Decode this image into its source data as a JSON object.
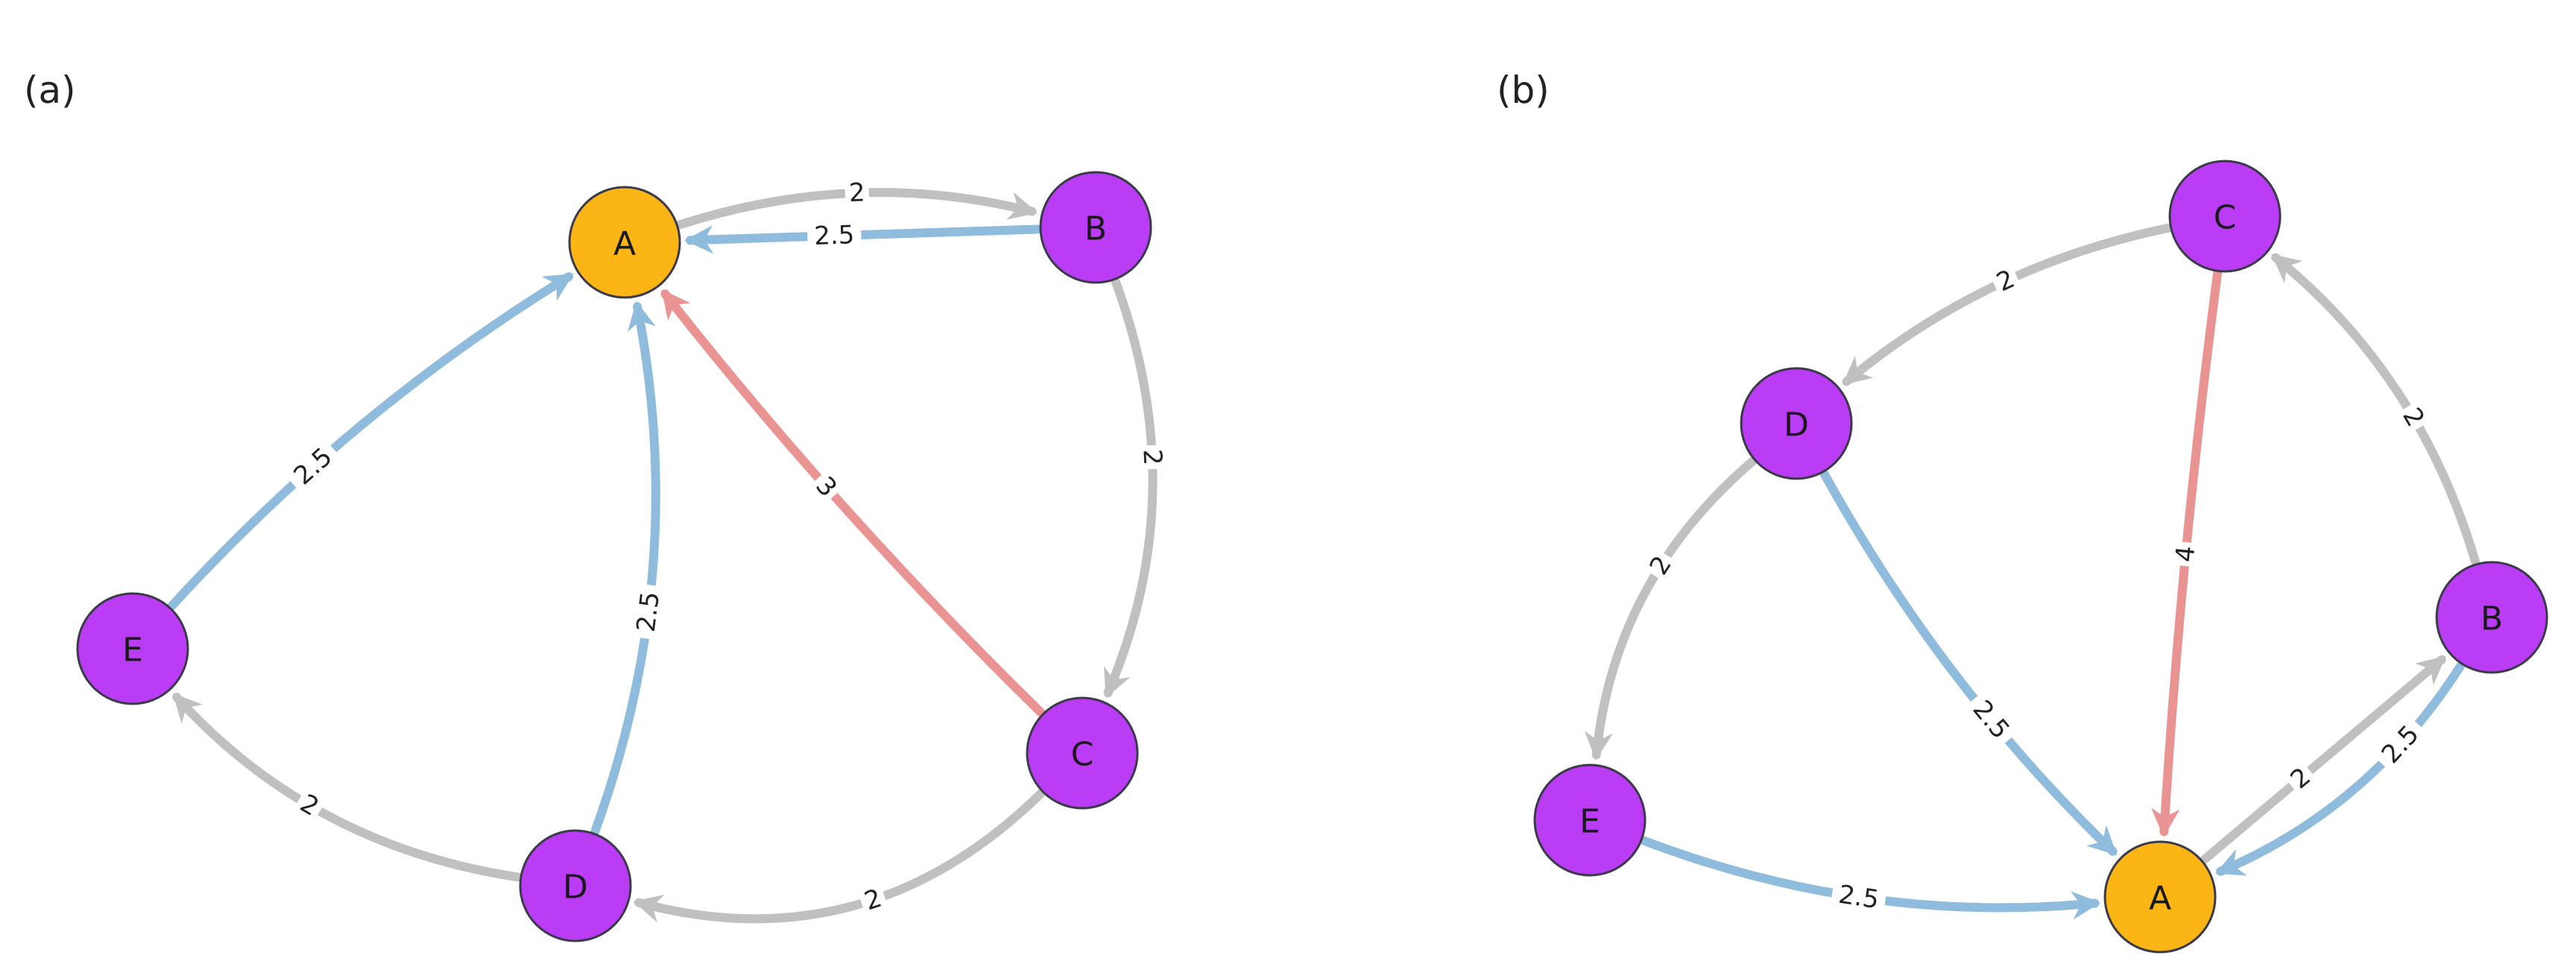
{
  "colors": {
    "gray": "#c0c0c0",
    "blue": "#8fbcdc",
    "red": "#e99393",
    "purple": "#bb3cf5",
    "orange": "#fbb515"
  },
  "panels": [
    {
      "label": "(a)",
      "nodes": [
        {
          "id": "A",
          "label": "A",
          "color": "orange"
        },
        {
          "id": "B",
          "label": "B",
          "color": "purple"
        },
        {
          "id": "C",
          "label": "C",
          "color": "purple"
        },
        {
          "id": "D",
          "label": "D",
          "color": "purple"
        },
        {
          "id": "E",
          "label": "E",
          "color": "purple"
        }
      ],
      "edges": [
        {
          "from": "A",
          "to": "B",
          "weight": "2",
          "color": "gray"
        },
        {
          "from": "B",
          "to": "A",
          "weight": "2.5",
          "color": "blue"
        },
        {
          "from": "B",
          "to": "C",
          "weight": "2",
          "color": "gray"
        },
        {
          "from": "C",
          "to": "A",
          "weight": "3",
          "color": "red"
        },
        {
          "from": "C",
          "to": "D",
          "weight": "2",
          "color": "gray"
        },
        {
          "from": "D",
          "to": "A",
          "weight": "2.5",
          "color": "blue"
        },
        {
          "from": "D",
          "to": "E",
          "weight": "2",
          "color": "gray"
        },
        {
          "from": "E",
          "to": "A",
          "weight": "2.5",
          "color": "blue"
        }
      ]
    },
    {
      "label": "(b)",
      "nodes": [
        {
          "id": "A",
          "label": "A",
          "color": "orange"
        },
        {
          "id": "B",
          "label": "B",
          "color": "purple"
        },
        {
          "id": "C",
          "label": "C",
          "color": "purple"
        },
        {
          "id": "D",
          "label": "D",
          "color": "purple"
        },
        {
          "id": "E",
          "label": "E",
          "color": "purple"
        }
      ],
      "edges": [
        {
          "from": "C",
          "to": "D",
          "weight": "2",
          "color": "gray"
        },
        {
          "from": "B",
          "to": "C",
          "weight": "2",
          "color": "gray"
        },
        {
          "from": "C",
          "to": "A",
          "weight": "4",
          "color": "red"
        },
        {
          "from": "D",
          "to": "E",
          "weight": "2",
          "color": "gray"
        },
        {
          "from": "D",
          "to": "A",
          "weight": "2.5",
          "color": "blue"
        },
        {
          "from": "A",
          "to": "B",
          "weight": "2",
          "color": "gray"
        },
        {
          "from": "B",
          "to": "A",
          "weight": "2.5",
          "color": "blue"
        },
        {
          "from": "E",
          "to": "A",
          "weight": "2.5",
          "color": "blue"
        }
      ]
    }
  ]
}
